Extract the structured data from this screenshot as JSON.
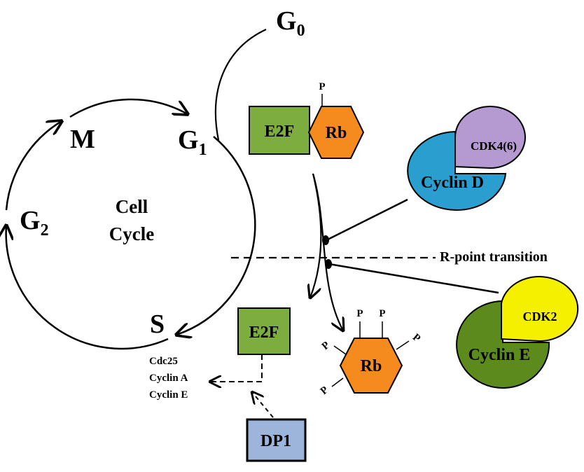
{
  "phases": {
    "g0": {
      "main": "G",
      "sub": "0"
    },
    "g1": {
      "main": "G",
      "sub": "1"
    },
    "g2": {
      "main": "G",
      "sub": "2"
    },
    "m": "M",
    "s": "S"
  },
  "center_label": {
    "line1": "Cell",
    "line2": "Cycle"
  },
  "complexes": {
    "e2f_rb": {
      "e2f": "E2F",
      "rb": "Rb",
      "phospho": "P"
    },
    "e2f_free": "E2F",
    "rb_phospho": {
      "rb": "Rb",
      "phospho": [
        "P",
        "P",
        "P",
        "P"
      ]
    },
    "cyclin_d": {
      "cyclin": "Cyclin D",
      "cdk": "CDK4(6)"
    },
    "cyclin_e": {
      "cyclin": "Cyclin E",
      "cdk": "CDK2"
    },
    "dp1": "DP1"
  },
  "r_point_label": "R-point transition",
  "targets": [
    "Cdc25",
    "Cyclin A",
    "Cyclin E"
  ],
  "colors": {
    "e2f_green": "#7cad3e",
    "rb_orange": "#f58a1f",
    "cyclin_d_blue": "#2a9fcf",
    "cdk46_purple": "#b49ad0",
    "cyclin_e_green": "#5d8a1c",
    "cdk2_yellow": "#f5f000",
    "dp1_blue": "#9db5da"
  }
}
